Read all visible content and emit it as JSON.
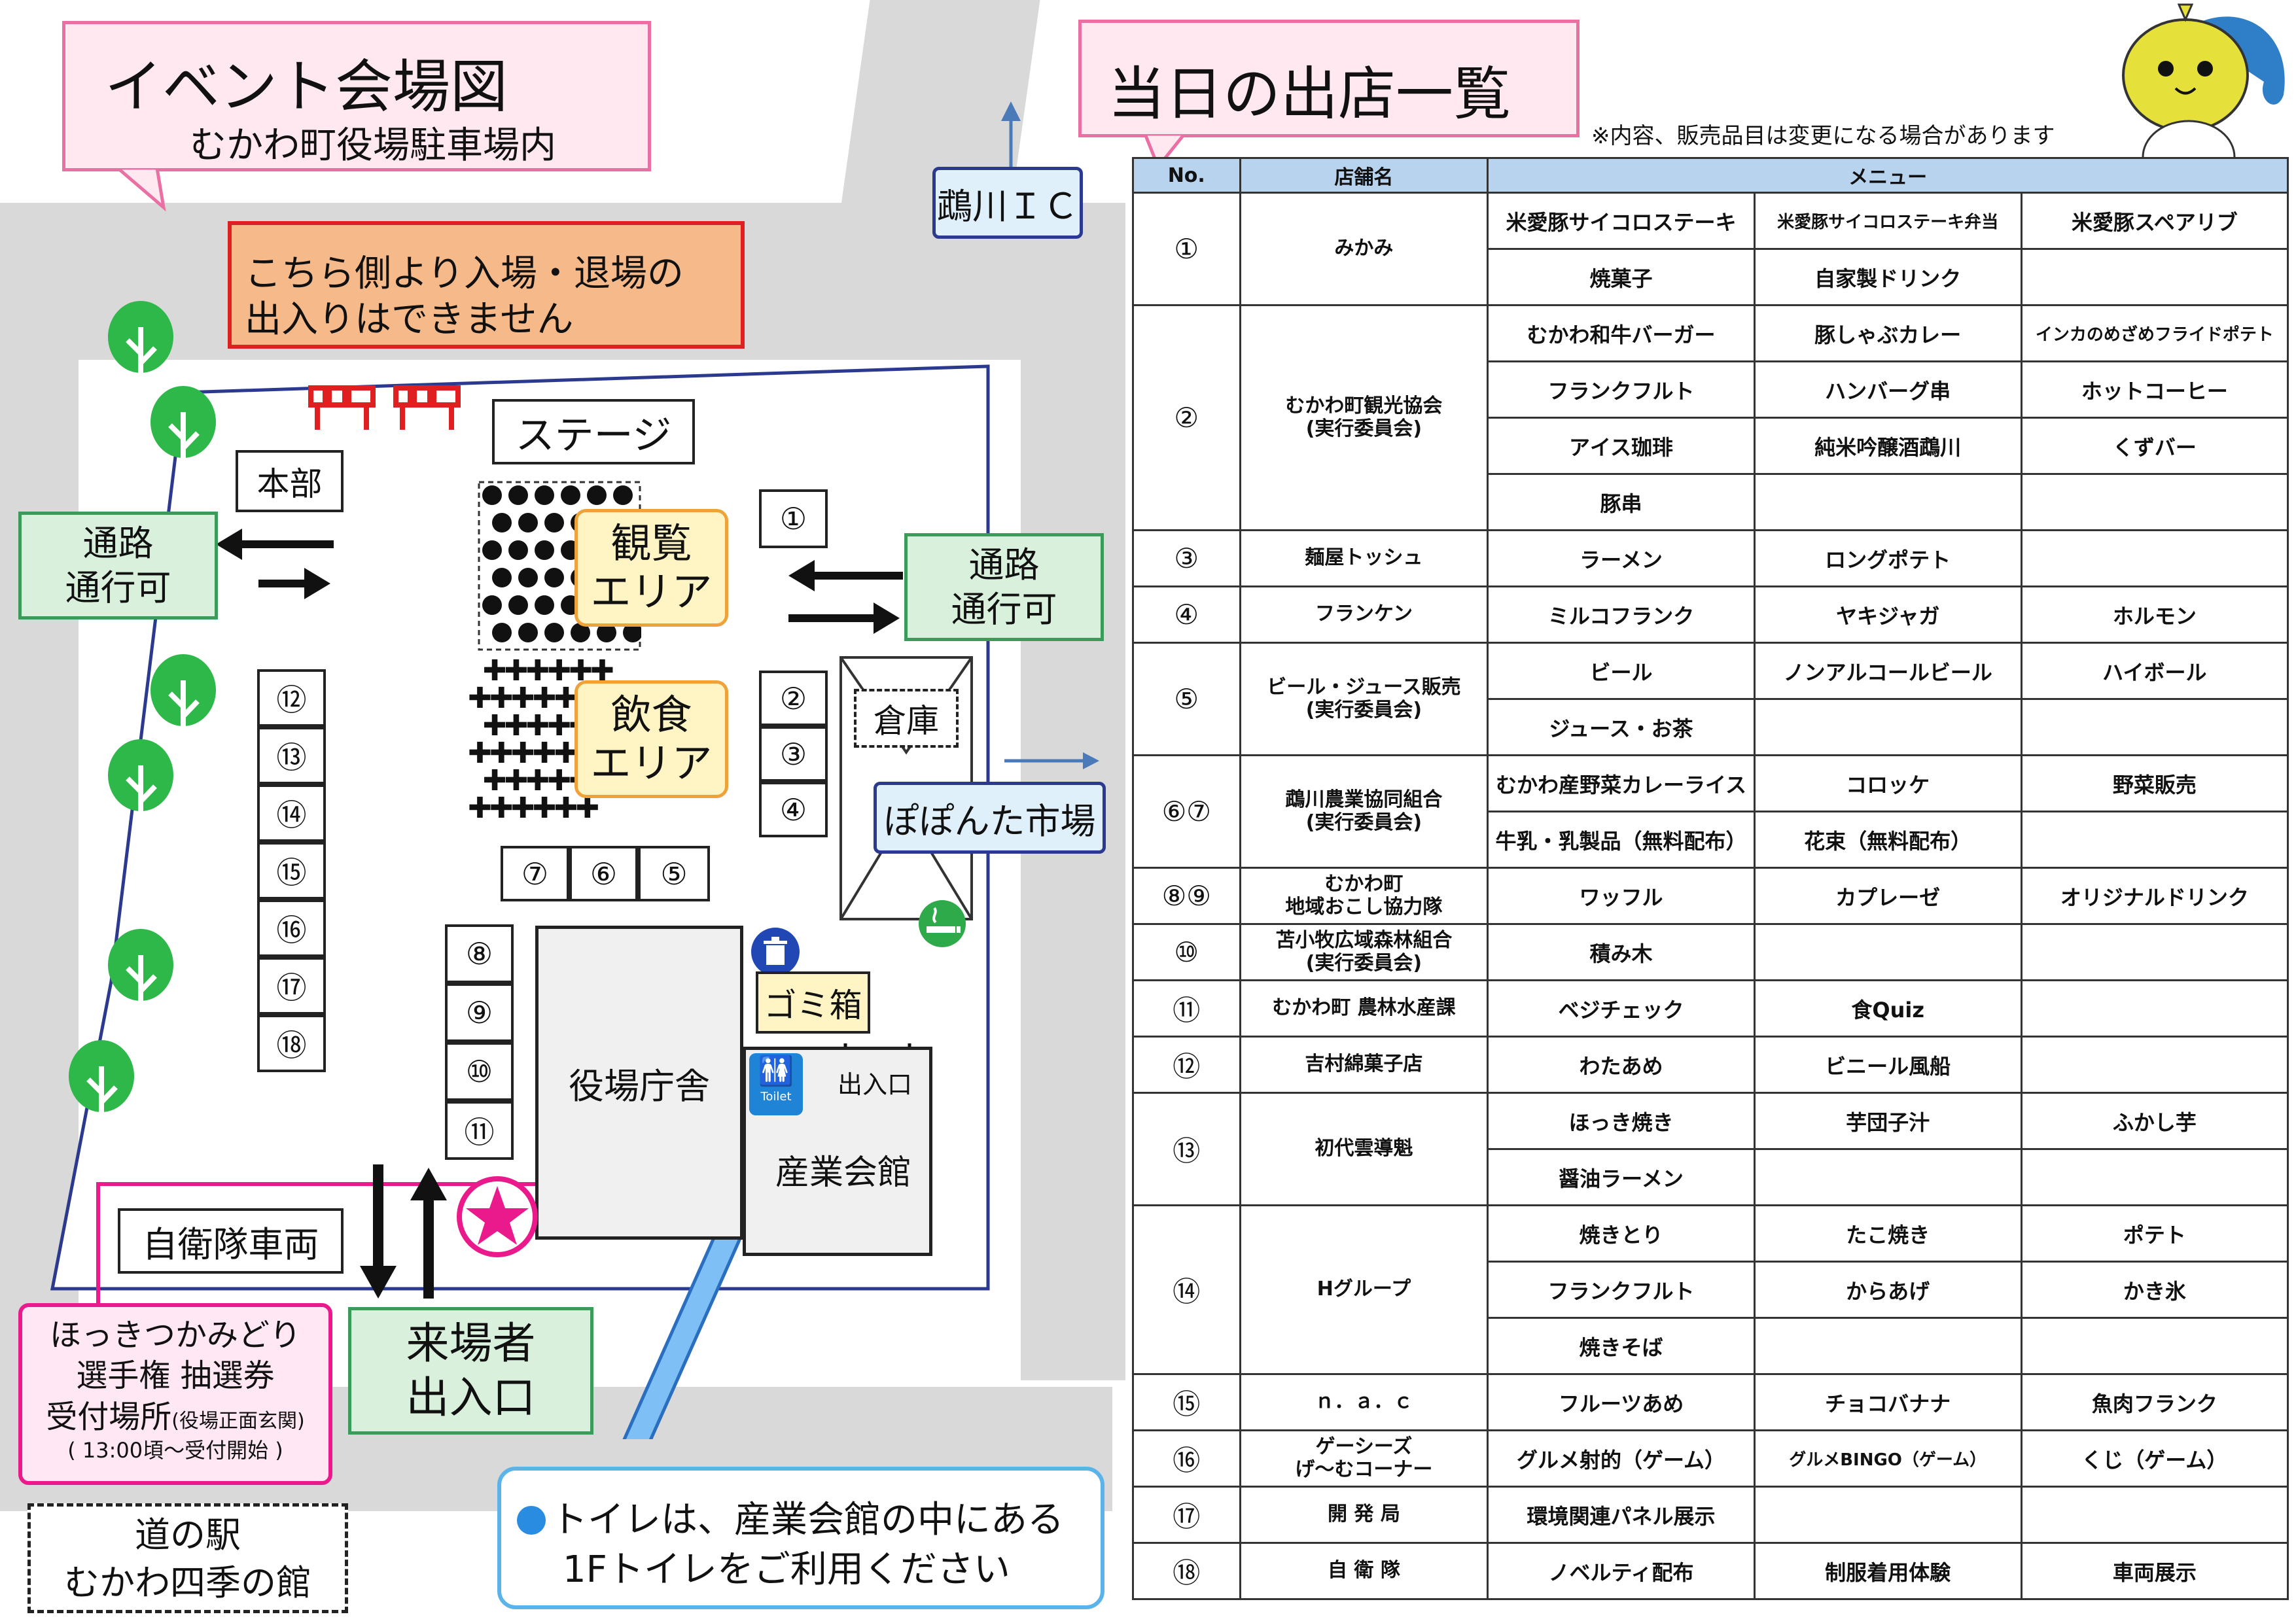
{
  "map": {
    "title": "イベント会場図",
    "subtitle": "むかわ町役場駐車場内",
    "warning_line1": "こちら側より入場・退場の",
    "warning_line2": "出入りはできません",
    "highway_label": "鵡川ＩＣ",
    "stage": "ステージ",
    "honbu": "本部",
    "passage_left_1": "通路",
    "passage_left_2": "通行可",
    "passage_right_1": "通路",
    "passage_right_2": "通行可",
    "viewing_1": "観覧",
    "viewing_2": "エリア",
    "eating_1": "飲食",
    "eating_2": "エリア",
    "warehouse": "倉庫",
    "market": "ぽぽんた市場",
    "garbage": "ゴミ箱",
    "entrance_small": "出入口",
    "town_hall": "役場庁舎",
    "hall": "産業会館",
    "toilet_icon": "Toilet",
    "sdf_vehicle": "自衛隊車両",
    "visitor_entrance_1": "来場者",
    "visitor_entrance_2": "出入口",
    "lottery_1": "ほっきつかみどり",
    "lottery_2": "選手権 抽選券",
    "lottery_3": "受付場所",
    "lottery_3b": "(役場正面玄関)",
    "lottery_4": "( 13:00頃～受付開始 )",
    "michinoeki_1": "道の駅",
    "michinoeki_2": "むかわ四季の館",
    "toilet_note_1": "トイレは、産業会館の中にある",
    "toilet_note_2": "1Fトイレをご利用ください",
    "booths": {
      "b1": "①",
      "b2": "②",
      "b3": "③",
      "b4": "④",
      "b5": "⑤",
      "b6": "⑥",
      "b7": "⑦",
      "b8": "⑧",
      "b9": "⑨",
      "b10": "⑩",
      "b11": "⑪",
      "b12": "⑫",
      "b13": "⑬",
      "b14": "⑭",
      "b15": "⑮",
      "b16": "⑯",
      "b17": "⑰",
      "b18": "⑱"
    }
  },
  "list": {
    "title": "当日の出店一覧",
    "note": "※内容、販売品目は変更になる場合があります",
    "headers": [
      "No.",
      "店舗名",
      "メニュー"
    ],
    "rows": [
      {
        "no": "①",
        "shop": "みかみ",
        "items": [
          [
            "米愛豚サイコロステーキ",
            "米愛豚サイコロステーキ弁当",
            "米愛豚スペアリブ"
          ],
          [
            "焼菓子",
            "自家製ドリンク",
            ""
          ]
        ]
      },
      {
        "no": "②",
        "shop": "むかわ町観光協会\n(実行委員会)",
        "items": [
          [
            "むかわ和牛バーガー",
            "豚しゃぶカレー",
            "インカのめざめフライドポテト"
          ],
          [
            "フランクフルト",
            "ハンバーグ串",
            "ホットコーヒー"
          ],
          [
            "アイス珈琲",
            "純米吟醸酒鵡川",
            "くずバー"
          ],
          [
            "豚串",
            "",
            ""
          ]
        ]
      },
      {
        "no": "③",
        "shop": "麺屋トッシュ",
        "items": [
          [
            "ラーメン",
            "ロングポテト",
            ""
          ]
        ]
      },
      {
        "no": "④",
        "shop": "フランケン",
        "items": [
          [
            "ミルコフランク",
            "ヤキジャガ",
            "ホルモン"
          ]
        ]
      },
      {
        "no": "⑤",
        "shop": "ビール・ジュース販売\n(実行委員会)",
        "items": [
          [
            "ビール",
            "ノンアルコールビール",
            "ハイボール"
          ],
          [
            "ジュース・お茶",
            "",
            ""
          ]
        ]
      },
      {
        "no": "⑥⑦",
        "shop": "鵡川農業協同組合\n(実行委員会)",
        "items": [
          [
            "むかわ産野菜カレーライス",
            "コロッケ",
            "野菜販売"
          ],
          [
            "牛乳・乳製品（無料配布）",
            "花束（無料配布）",
            ""
          ]
        ]
      },
      {
        "no": "⑧⑨",
        "shop": "むかわ町\n地域おこし協力隊",
        "items": [
          [
            "ワッフル",
            "カプレーゼ",
            "オリジナルドリンク"
          ]
        ]
      },
      {
        "no": "⑩",
        "shop": "苫小牧広域森林組合\n(実行委員会)",
        "items": [
          [
            "積み木",
            "",
            ""
          ]
        ]
      },
      {
        "no": "⑪",
        "shop": "むかわ町 農林水産課",
        "items": [
          [
            "ベジチェック",
            "食Quiz",
            ""
          ]
        ]
      },
      {
        "no": "⑫",
        "shop": "吉村綿菓子店",
        "items": [
          [
            "わたあめ",
            "ビニール風船",
            ""
          ]
        ]
      },
      {
        "no": "⑬",
        "shop": "初代雲導魁",
        "items": [
          [
            "ほっき焼き",
            "芋団子汁",
            "ふかし芋"
          ],
          [
            "醤油ラーメン",
            "",
            ""
          ]
        ]
      },
      {
        "no": "⑭",
        "shop": "Hグループ",
        "items": [
          [
            "焼きとり",
            "たこ焼き",
            "ポテト"
          ],
          [
            "フランクフルト",
            "からあげ",
            "かき氷"
          ],
          [
            "焼きそば",
            "",
            ""
          ]
        ]
      },
      {
        "no": "⑮",
        "shop": "ｎ．ａ．ｃ",
        "items": [
          [
            "フルーツあめ",
            "チョコバナナ",
            "魚肉フランク"
          ]
        ]
      },
      {
        "no": "⑯",
        "shop": "ゲーシーズ\nげ～むコーナー",
        "items": [
          [
            "グルメ射的（ゲーム）",
            "グルメBINGO（ゲーム）",
            "くじ（ゲーム）"
          ]
        ]
      },
      {
        "no": "⑰",
        "shop": "開 発 局",
        "items": [
          [
            "環境関連パネル展示",
            "",
            ""
          ]
        ]
      },
      {
        "no": "⑱",
        "shop": "自 衛 隊",
        "items": [
          [
            "ノベルティ配布",
            "制服着用体験",
            "車両展示"
          ]
        ]
      }
    ]
  },
  "colors": {
    "pink": "#ea6fa3",
    "green": "#3c9a5a",
    "road": "#d9d9d9",
    "header_blue": "#b7d3ee",
    "orange": "#f0a23a"
  }
}
